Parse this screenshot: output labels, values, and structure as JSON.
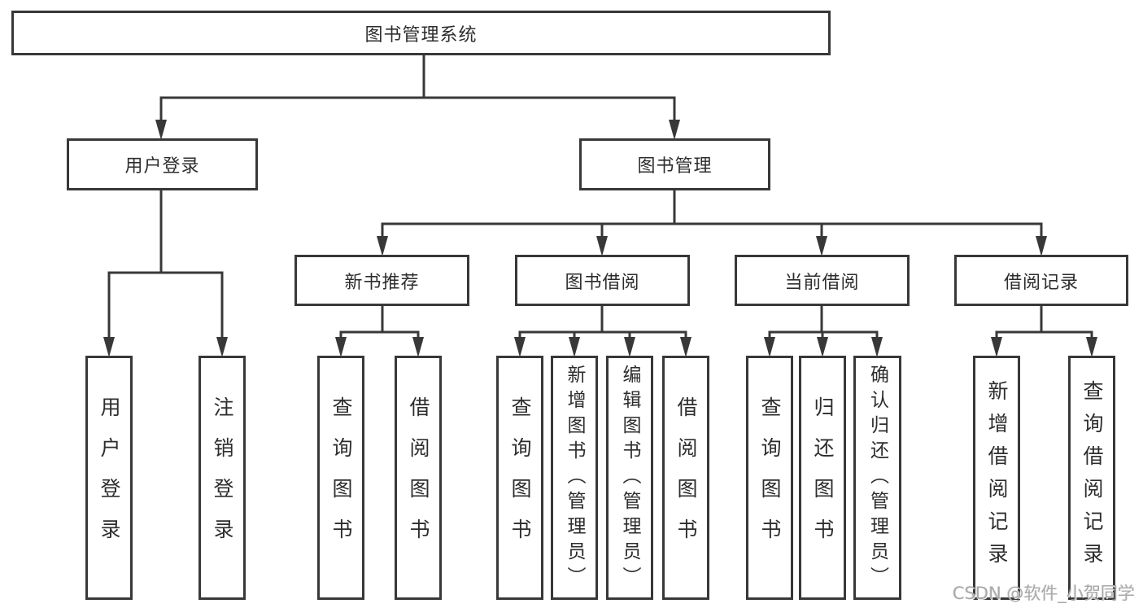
{
  "tree": {
    "root": {
      "label": "图书管理系统"
    },
    "level2": [
      {
        "label": "用户登录",
        "children": [
          {
            "label": "用户登录"
          },
          {
            "label": "注销登录"
          }
        ]
      },
      {
        "label": "图书管理",
        "children": [
          {
            "label": "新书推荐",
            "children": [
              {
                "label": "查询图书"
              },
              {
                "label": "借阅图书"
              }
            ]
          },
          {
            "label": "图书借阅",
            "children": [
              {
                "label": "查询图书"
              },
              {
                "label": "新增图书（管理员）"
              },
              {
                "label": "编辑图书（管理员）"
              },
              {
                "label": "借阅图书"
              }
            ]
          },
          {
            "label": "当前借阅",
            "children": [
              {
                "label": "查询图书"
              },
              {
                "label": "归还图书"
              },
              {
                "label": "确认归还（管理员）"
              }
            ]
          },
          {
            "label": "借阅记录",
            "children": [
              {
                "label": "新增借阅记录"
              },
              {
                "label": "查询借阅记录"
              }
            ]
          }
        ]
      }
    ]
  },
  "watermark": {
    "text": "CSDN @软件_小贺同学"
  },
  "colors": {
    "line": "#383838",
    "text": "#2d2d2d",
    "background": "#ffffff",
    "watermark": "#a9a9a9"
  }
}
